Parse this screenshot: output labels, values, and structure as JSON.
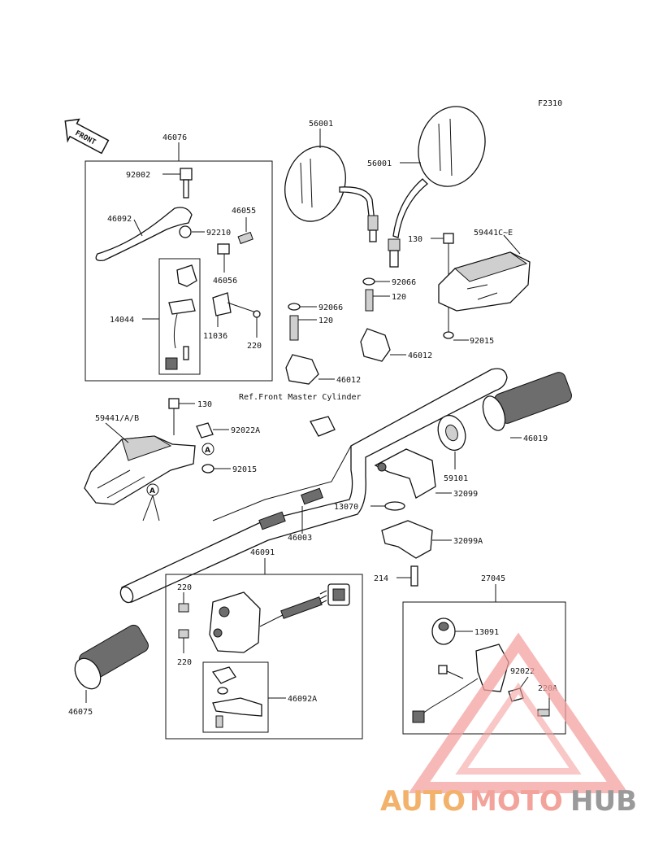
{
  "figure_code": "F2310",
  "front_arrow_text": "FRONT",
  "reference_note": "Ref.Front Master Cylinder",
  "callout_marker": "A",
  "watermark": {
    "auto": "AUTO",
    "moto": "MOTO",
    "hub": "HUB"
  },
  "labels": {
    "p46076": "46076",
    "p92002": "92002",
    "p46092": "46092",
    "p92210": "92210",
    "p46055": "46055",
    "p46056": "46056",
    "p14044": "14044",
    "p11036": "11036",
    "p220a": "220",
    "p56001a": "56001",
    "p56001b": "56001",
    "p130a": "130",
    "p59441ce": "59441C~E",
    "p92066a": "92066",
    "p120a": "120",
    "p46012a": "46012",
    "p92015a": "92015",
    "p92066b": "92066",
    "p120b": "120",
    "p46012b": "46012",
    "p130b": "130",
    "p59441ab": "59441/A/B",
    "p92022a": "92022A",
    "p92015b": "92015",
    "p46019": "46019",
    "p59101": "59101",
    "p32099": "32099",
    "p13070": "13070",
    "p46003": "46003",
    "p32099a": "32099A",
    "p214": "214",
    "p46091": "46091",
    "p220b": "220",
    "p220c": "220",
    "p46092a": "46092A",
    "p27045": "27045",
    "p13091": "13091",
    "p92022": "92022",
    "p220d": "220A",
    "p46075": "46075"
  }
}
